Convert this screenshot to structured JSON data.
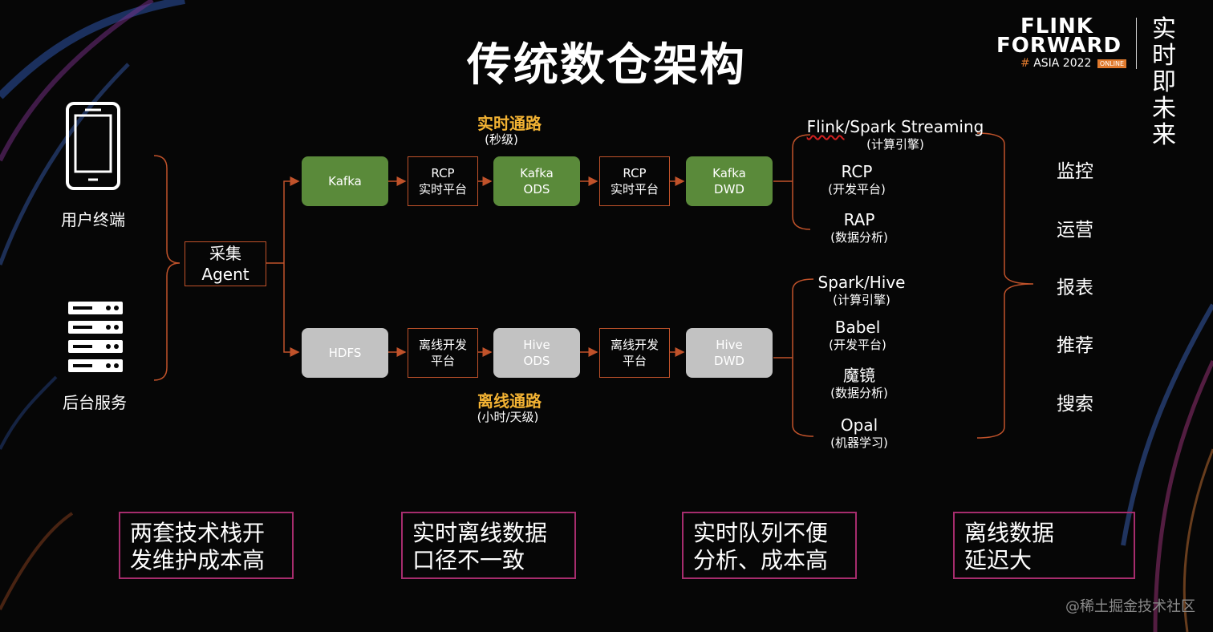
{
  "title": "传统数仓架构",
  "logo": {
    "line1": "FLINK",
    "line2": "FORWARD",
    "hash": "#",
    "event": "ASIA 2022",
    "badge": "ONLINE",
    "slogan": "实时即未来"
  },
  "sources": [
    {
      "label": "用户终端",
      "icon": "phone-icon"
    },
    {
      "label": "后台服务",
      "icon": "server-icon"
    }
  ],
  "collect": {
    "line1": "采集",
    "line2": "Agent"
  },
  "realtime": {
    "title": "实时通路",
    "subtitle": "(秒级)",
    "nodes": [
      {
        "line1": "Kafka",
        "line2": ""
      },
      {
        "line1": "RCP",
        "line2": "实时平台"
      },
      {
        "line1": "Kafka",
        "line2": "ODS"
      },
      {
        "line1": "RCP",
        "line2": "实时平台"
      },
      {
        "line1": "Kafka",
        "line2": "DWD"
      }
    ],
    "tools": [
      {
        "name_a": "Flink",
        "name_b": "/Spark Streaming",
        "sub": "(计算引擎)"
      },
      {
        "name": "RCP",
        "sub": "(开发平台)"
      },
      {
        "name": "RAP",
        "sub": "(数据分析)"
      }
    ]
  },
  "offline": {
    "title": "离线通路",
    "subtitle": "(小时/天级)",
    "nodes": [
      {
        "line1": "HDFS",
        "line2": ""
      },
      {
        "line1": "离线开发",
        "line2": "平台"
      },
      {
        "line1": "Hive",
        "line2": "ODS"
      },
      {
        "line1": "离线开发",
        "line2": "平台"
      },
      {
        "line1": "Hive",
        "line2": "DWD"
      }
    ],
    "tools": [
      {
        "name": "Spark/Hive",
        "sub": "(计算引擎)"
      },
      {
        "name": "Babel",
        "sub": "(开发平台)"
      },
      {
        "name": "魔镜",
        "sub": "(数据分析)"
      },
      {
        "name": "Opal",
        "sub": "(机器学习)"
      }
    ]
  },
  "applications": [
    "监控",
    "运营",
    "报表",
    "推荐",
    "搜索"
  ],
  "issues": [
    "两套技术栈开\n发维护成本高",
    "实时离线数据\n口径不一致",
    "实时队列不便\n分析、成本高",
    "离线数据\n延迟大"
  ],
  "watermark": "@稀土掘金技术社区",
  "colors": {
    "accent_orange": "#c0522a",
    "title_yellow": "#f2b233",
    "green_node": "#5a8a3a",
    "gray_node": "#c2c2c2",
    "issue_border": "#a62c6d"
  }
}
